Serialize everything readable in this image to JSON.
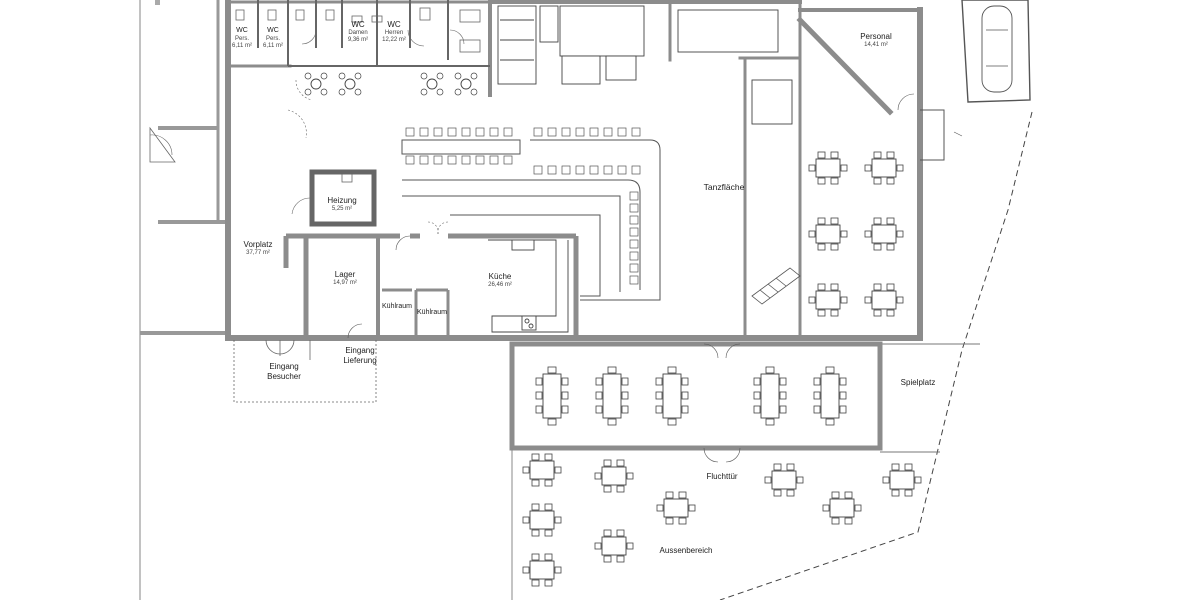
{
  "rooms": [
    {
      "key": "wc_pers_1",
      "name": "WC",
      "sub": "Pers.",
      "area": "6,11 m²"
    },
    {
      "key": "wc_pers_2",
      "name": "WC",
      "sub": "Pers.",
      "area": "6,11 m²"
    },
    {
      "key": "wc_damen",
      "name": "WC",
      "sub": "Damen",
      "area": "9,36 m²"
    },
    {
      "key": "wc_herren",
      "name": "WC",
      "sub": "Herren",
      "area": "12,22 m²"
    },
    {
      "key": "personal",
      "name": "Personal",
      "area": "14,41 m²"
    },
    {
      "key": "tanzflaeche",
      "name": "Tanzfläche"
    },
    {
      "key": "heizung",
      "name": "Heizung",
      "area": "5,25 m²"
    },
    {
      "key": "vorplatz",
      "name": "Vorplatz",
      "area": "37,77 m²"
    },
    {
      "key": "lager",
      "name": "Lager",
      "area": "14,97 m²"
    },
    {
      "key": "kueche",
      "name": "Küche",
      "area": "26,46 m²"
    },
    {
      "key": "kuehlraum_1",
      "name": "Kühlraum"
    },
    {
      "key": "kuehlraum_2",
      "name": "Kühlraum"
    },
    {
      "key": "eingang_besucher",
      "name": "Eingang",
      "sub": "Besucher"
    },
    {
      "key": "eingang_lieferung",
      "name": "Eingang",
      "sub": "Lieferung"
    },
    {
      "key": "spielplatz",
      "name": "Spielplatz"
    },
    {
      "key": "fluchttuer",
      "name": "Fluchttür"
    },
    {
      "key": "aussenbereich",
      "name": "Aussenbereich"
    }
  ],
  "colors": {
    "wall": "#8c8c8c",
    "wall_dark": "#555555",
    "line": "#333333",
    "furniture": "#444444"
  },
  "icons": [
    "car-icon",
    "door-swing-icon",
    "dining-table-icon",
    "round-table-icon",
    "toilet-icon",
    "stove-icon"
  ]
}
